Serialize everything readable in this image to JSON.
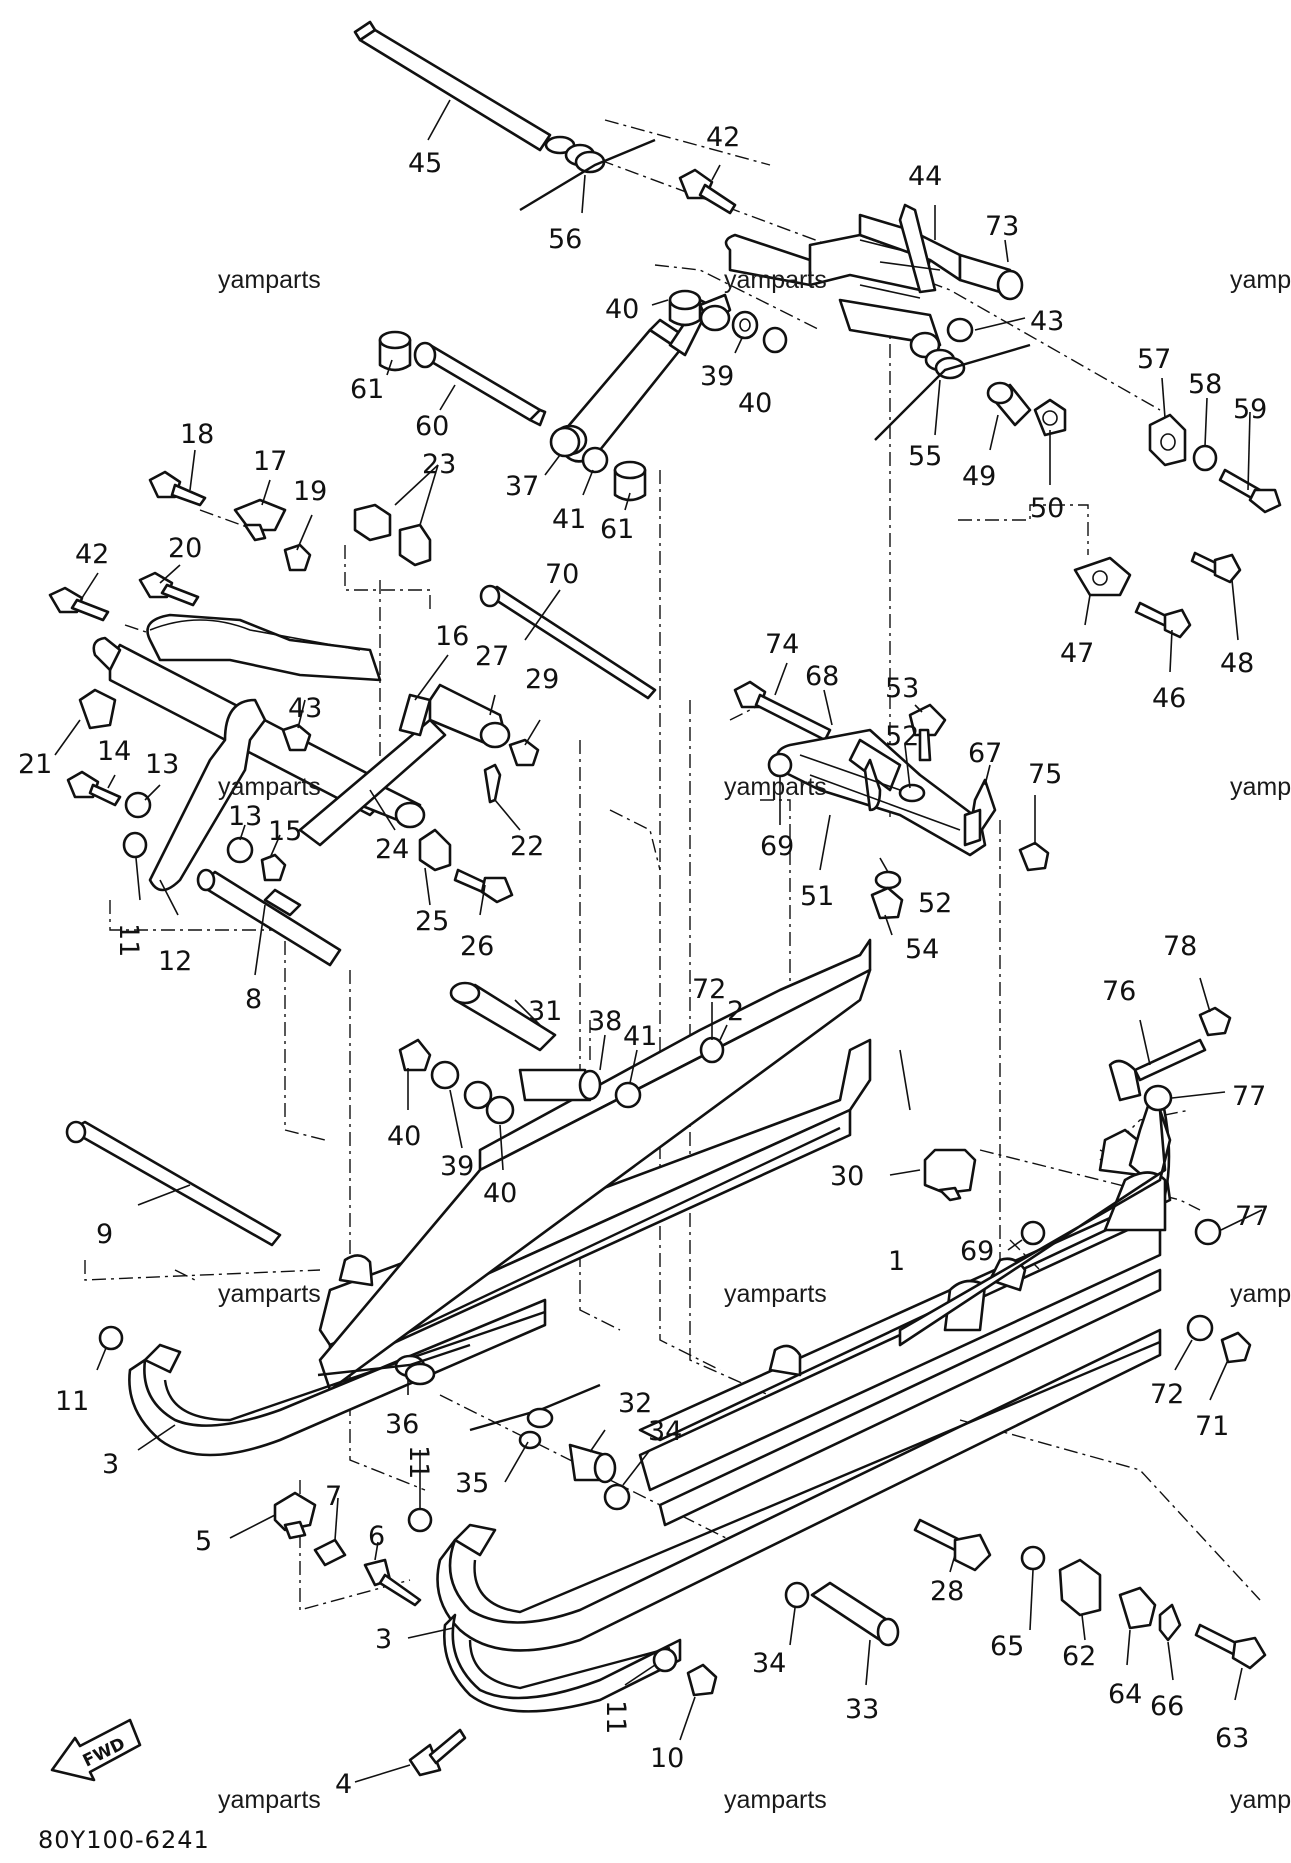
{
  "watermark": "yamparts",
  "diagram_code": "80Y100-6241",
  "fwd_label": "FWD",
  "callouts": [
    {
      "id": "c45",
      "text": "45"
    },
    {
      "id": "c56",
      "text": "56"
    },
    {
      "id": "c42a",
      "text": "42"
    },
    {
      "id": "c44",
      "text": "44"
    },
    {
      "id": "c73",
      "text": "73"
    },
    {
      "id": "c40a",
      "text": "40"
    },
    {
      "id": "c43a",
      "text": "43"
    },
    {
      "id": "c39a",
      "text": "39"
    },
    {
      "id": "c40b",
      "text": "40"
    },
    {
      "id": "c61a",
      "text": "61"
    },
    {
      "id": "c60",
      "text": "60"
    },
    {
      "id": "c57",
      "text": "57"
    },
    {
      "id": "c58",
      "text": "58"
    },
    {
      "id": "c59",
      "text": "59"
    },
    {
      "id": "c55",
      "text": "55"
    },
    {
      "id": "c49",
      "text": "49"
    },
    {
      "id": "c50",
      "text": "50"
    },
    {
      "id": "c37",
      "text": "37"
    },
    {
      "id": "c41a",
      "text": "41"
    },
    {
      "id": "c61b",
      "text": "61"
    },
    {
      "id": "c18",
      "text": "18"
    },
    {
      "id": "c17",
      "text": "17"
    },
    {
      "id": "c23",
      "text": "23"
    },
    {
      "id": "c19",
      "text": "19"
    },
    {
      "id": "c42b",
      "text": "42"
    },
    {
      "id": "c20",
      "text": "20"
    },
    {
      "id": "c70",
      "text": "70"
    },
    {
      "id": "c47",
      "text": "47"
    },
    {
      "id": "c46",
      "text": "46"
    },
    {
      "id": "c48",
      "text": "48"
    },
    {
      "id": "c16",
      "text": "16"
    },
    {
      "id": "c27",
      "text": "27"
    },
    {
      "id": "c29",
      "text": "29"
    },
    {
      "id": "c74",
      "text": "74"
    },
    {
      "id": "c68",
      "text": "68"
    },
    {
      "id": "c53",
      "text": "53"
    },
    {
      "id": "c43b",
      "text": "43"
    },
    {
      "id": "c21",
      "text": "21"
    },
    {
      "id": "c14",
      "text": "14"
    },
    {
      "id": "c13a",
      "text": "13"
    },
    {
      "id": "c22",
      "text": "22"
    },
    {
      "id": "c52a",
      "text": "52"
    },
    {
      "id": "c67",
      "text": "67"
    },
    {
      "id": "c75",
      "text": "75"
    },
    {
      "id": "c13b",
      "text": "13"
    },
    {
      "id": "c15",
      "text": "15"
    },
    {
      "id": "c69a",
      "text": "69"
    },
    {
      "id": "c24",
      "text": "24"
    },
    {
      "id": "c51",
      "text": "51"
    },
    {
      "id": "c52b",
      "text": "52"
    },
    {
      "id": "c11a",
      "text": "11"
    },
    {
      "id": "c12",
      "text": "12"
    },
    {
      "id": "c25",
      "text": "25"
    },
    {
      "id": "c26",
      "text": "26"
    },
    {
      "id": "c54",
      "text": "54"
    },
    {
      "id": "c8",
      "text": "8"
    },
    {
      "id": "c31",
      "text": "31"
    },
    {
      "id": "c72a",
      "text": "72"
    },
    {
      "id": "c2",
      "text": "2"
    },
    {
      "id": "c78",
      "text": "78"
    },
    {
      "id": "c76",
      "text": "76"
    },
    {
      "id": "c38",
      "text": "38"
    },
    {
      "id": "c41b",
      "text": "41"
    },
    {
      "id": "c77a",
      "text": "77"
    },
    {
      "id": "c40c",
      "text": "40"
    },
    {
      "id": "c39b",
      "text": "39"
    },
    {
      "id": "c40d",
      "text": "40"
    },
    {
      "id": "c30",
      "text": "30"
    },
    {
      "id": "c9",
      "text": "9"
    },
    {
      "id": "c69b",
      "text": "69"
    },
    {
      "id": "c77b",
      "text": "77"
    },
    {
      "id": "c1",
      "text": "1"
    },
    {
      "id": "c11b",
      "text": "11"
    },
    {
      "id": "c36",
      "text": "36"
    },
    {
      "id": "c72b",
      "text": "72"
    },
    {
      "id": "c71",
      "text": "71"
    },
    {
      "id": "c3a",
      "text": "3"
    },
    {
      "id": "c32",
      "text": "32"
    },
    {
      "id": "c34a",
      "text": "34"
    },
    {
      "id": "c35",
      "text": "35"
    },
    {
      "id": "c11c",
      "text": "11"
    },
    {
      "id": "c7",
      "text": "7"
    },
    {
      "id": "c5",
      "text": "5"
    },
    {
      "id": "c6",
      "text": "6"
    },
    {
      "id": "c28",
      "text": "28"
    },
    {
      "id": "c65",
      "text": "65"
    },
    {
      "id": "c62",
      "text": "62"
    },
    {
      "id": "c3b",
      "text": "3"
    },
    {
      "id": "c34b",
      "text": "34"
    },
    {
      "id": "c64",
      "text": "64"
    },
    {
      "id": "c66",
      "text": "66"
    },
    {
      "id": "c4",
      "text": "4"
    },
    {
      "id": "c11d",
      "text": "11"
    },
    {
      "id": "c33",
      "text": "33"
    },
    {
      "id": "c63",
      "text": "63"
    },
    {
      "id": "c10",
      "text": "10"
    }
  ]
}
